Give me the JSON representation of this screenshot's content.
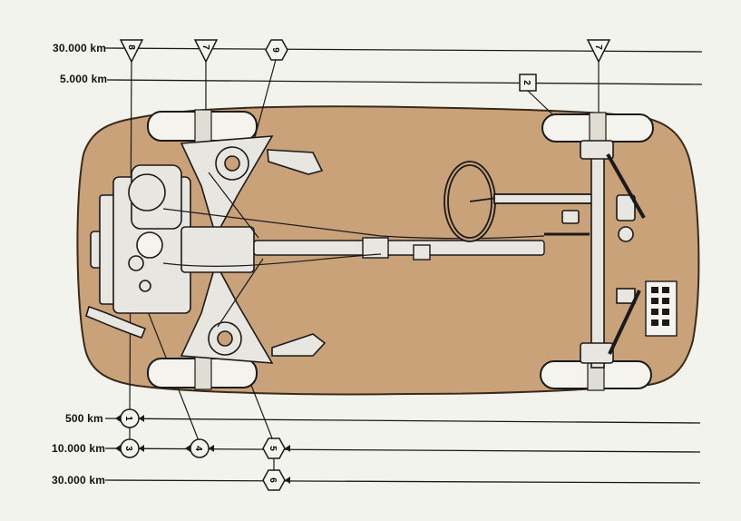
{
  "intervals": {
    "top": [
      {
        "label": "30.000  km",
        "markers": [
          {
            "shape": "triangle",
            "number": "8"
          },
          {
            "shape": "triangle",
            "number": "7"
          },
          {
            "shape": "hexagon",
            "number": "9"
          },
          {
            "shape": "triangle",
            "number": "7"
          }
        ]
      },
      {
        "label": "5.000  km",
        "markers": [
          {
            "shape": "square",
            "number": "2"
          }
        ]
      }
    ],
    "bottom": [
      {
        "label": "500  km",
        "markers": [
          {
            "shape": "circle",
            "number": "1"
          }
        ]
      },
      {
        "label": "10.000  km",
        "markers": [
          {
            "shape": "circle",
            "number": "3"
          },
          {
            "shape": "circle",
            "number": "4"
          },
          {
            "shape": "hexagon",
            "number": "5"
          }
        ]
      },
      {
        "label": "30.000  km",
        "markers": [
          {
            "shape": "hexagon",
            "number": "6"
          }
        ]
      }
    ]
  },
  "colors": {
    "body": "#c9a27a",
    "body_outline": "#3a2a1a",
    "line": "#1a1a1a",
    "chassis": "#e8e6e0",
    "tire": "#f4f3ee",
    "paper": "#f3f3ee"
  }
}
